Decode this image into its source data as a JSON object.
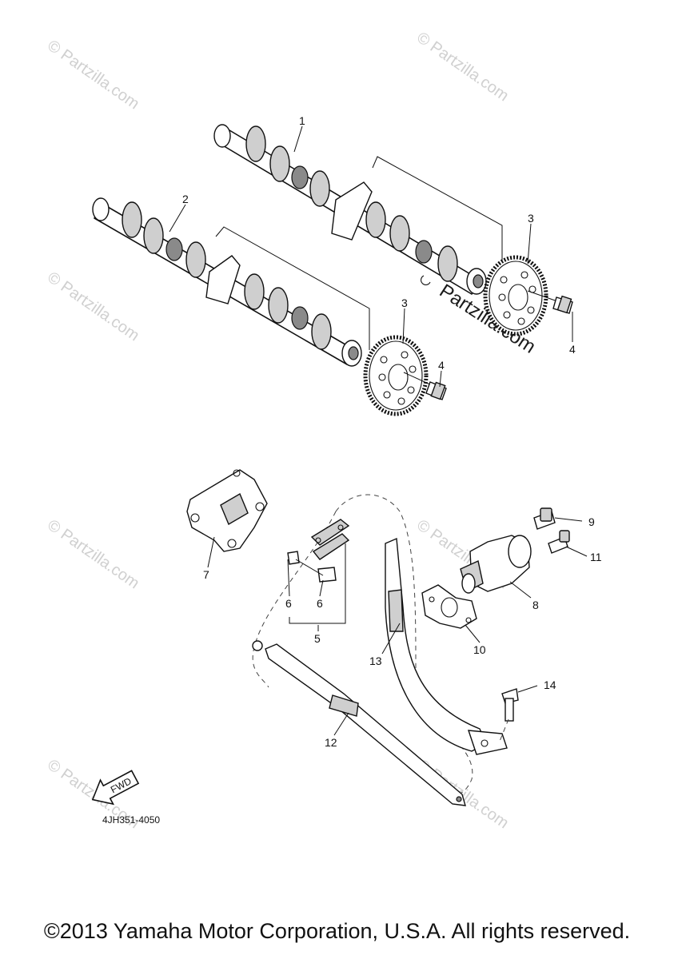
{
  "watermarks": {
    "small": "© Partzilla.com",
    "large": "Partzilla.com"
  },
  "callouts": {
    "c1": "1",
    "c2": "2",
    "c3a": "3",
    "c3b": "3",
    "c4a": "4",
    "c4b": "4",
    "c5": "5",
    "c6a": "6",
    "c6b": "6",
    "c7": "7",
    "c8": "8",
    "c9": "9",
    "c10": "10",
    "c11": "11",
    "c12": "12",
    "c13": "13",
    "c14": "14"
  },
  "fwd_label": "FWD",
  "diagram_code": "4JH351-4050",
  "copyright": "©2013 Yamaha Motor Corporation, U.S.A. All rights reserved."
}
